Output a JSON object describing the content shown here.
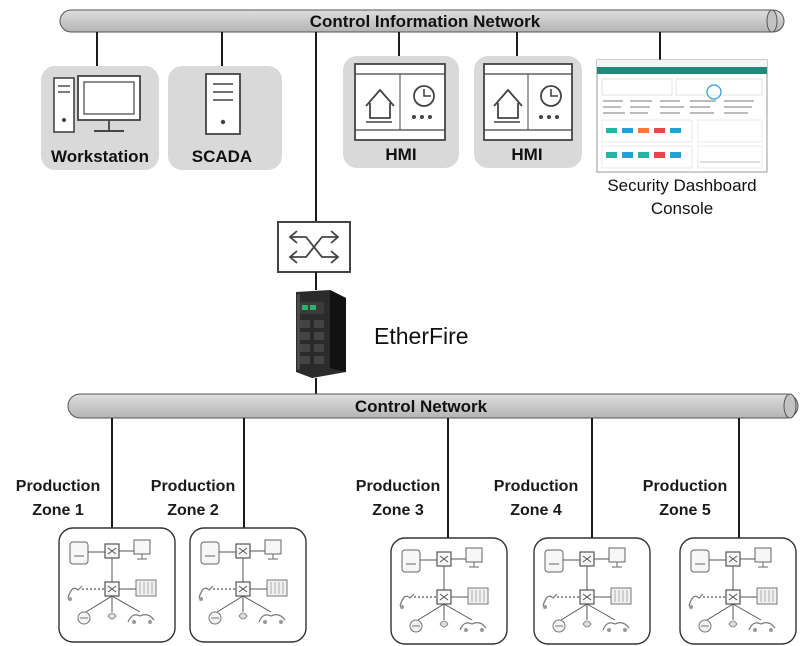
{
  "networks": {
    "top": "Control Information Network",
    "bottom": "Control Network"
  },
  "nodes": {
    "workstation": "Workstation",
    "scada": "SCADA",
    "hmi_1": "HMI",
    "hmi_2": "HMI",
    "dashboard_line1": "Security Dashboard",
    "dashboard_line2": "Console",
    "firewall": "EtherFire"
  },
  "zones": [
    {
      "line1": "Production",
      "line2": "Zone 1"
    },
    {
      "line1": "Production",
      "line2": "Zone 2"
    },
    {
      "line1": "Production",
      "line2": "Zone 3"
    },
    {
      "line1": "Production",
      "line2": "Zone 4"
    },
    {
      "line1": "Production",
      "line2": "Zone 5"
    }
  ],
  "colors": {
    "bus_fill": "#c8c8c8",
    "bus_stroke": "#555555",
    "node_bg": "#d9d9d9",
    "line": "#1a1a1a",
    "dashboard_accent": "#1f8a7a"
  }
}
